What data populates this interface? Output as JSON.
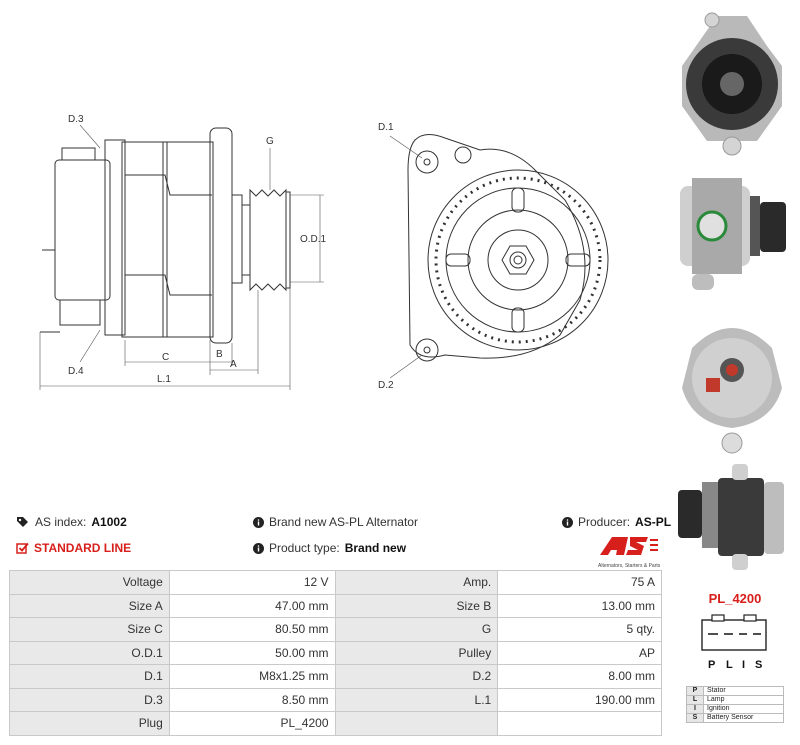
{
  "drawing": {
    "side_labels": {
      "d3": "D.3",
      "d4": "D.4",
      "g": "G",
      "od1": "O.D.1",
      "c": "C",
      "b": "B",
      "a": "A",
      "l1": "L.1"
    },
    "front_labels": {
      "d1": "D.1",
      "d2": "D.2"
    }
  },
  "header": {
    "index_label": "AS index:",
    "index_value": "A1002",
    "line_label": "STANDARD LINE",
    "description": "Brand new AS-PL Alternator",
    "product_type_label": "Product type:",
    "product_type_value": "Brand new",
    "producer_label": "Producer:",
    "producer_value": "AS-PL",
    "logo_tagline": "Alternators, Starters & Parts"
  },
  "specs": [
    [
      "Voltage",
      "12 V",
      "Amp.",
      "75 A"
    ],
    [
      "Size A",
      "47.00 mm",
      "Size B",
      "13.00 mm"
    ],
    [
      "Size C",
      "80.50 mm",
      "G",
      "5 qty."
    ],
    [
      "O.D.1",
      "50.00 mm",
      "Pulley",
      "AP"
    ],
    [
      "D.1",
      "M8x1.25 mm",
      "D.2",
      "8.00 mm"
    ],
    [
      "D.3",
      "8.50 mm",
      "L.1",
      "190.00 mm"
    ],
    [
      "Plug",
      "PL_4200",
      "",
      ""
    ]
  ],
  "plug": {
    "title": "PL_4200",
    "pins": [
      "P",
      "L",
      "I",
      "S"
    ],
    "legend": [
      {
        "key": "P",
        "desc": "Stator"
      },
      {
        "key": "L",
        "desc": "Lamp"
      },
      {
        "key": "I",
        "desc": "Ignition"
      },
      {
        "key": "S",
        "desc": "Battery Sensor"
      }
    ]
  },
  "colors": {
    "accent": "#d7201c",
    "label_cell": "#e9e9e9",
    "border": "#c9c9c9"
  },
  "icons": [
    "tag-icon",
    "check-square-icon",
    "info-icon"
  ]
}
